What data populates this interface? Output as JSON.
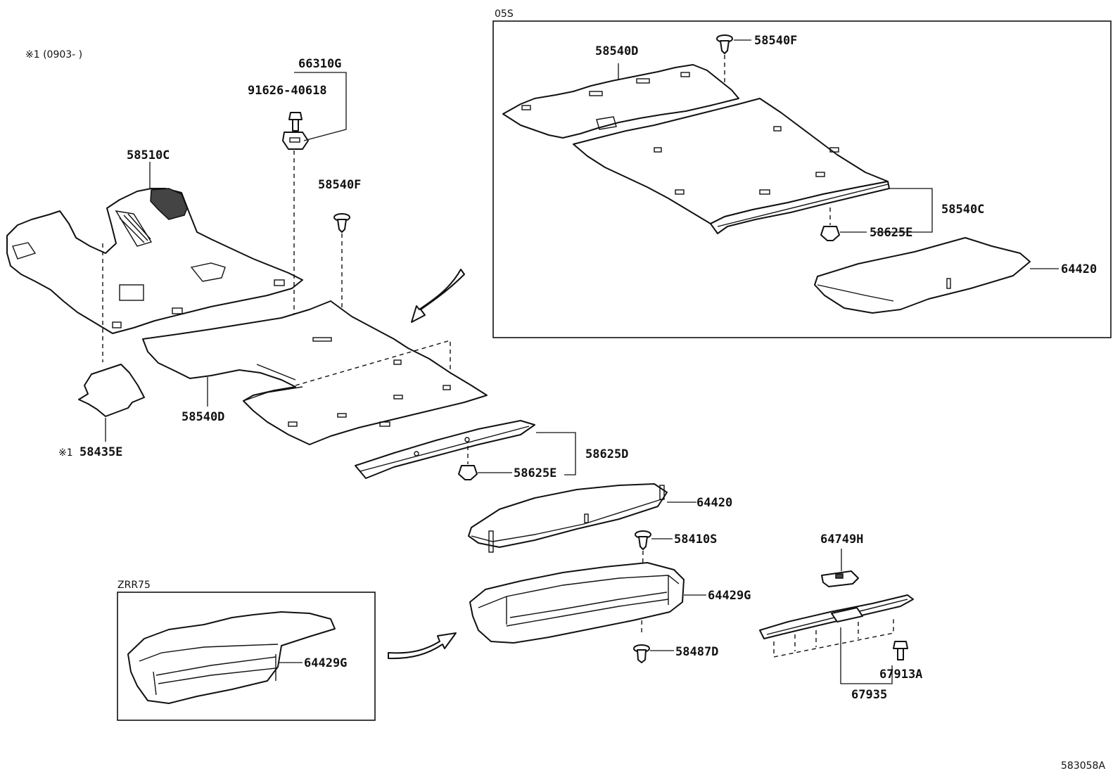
{
  "diagram": {
    "note": "※1 (0903-      )",
    "drawing_id": "583058A",
    "boxes": [
      {
        "id": "05S",
        "label": "05S"
      },
      {
        "id": "ZRR75",
        "label": "ZRR75"
      }
    ],
    "labels": {
      "l_66310G": "66310G",
      "l_91626": "91626-40618",
      "l_58510C": "58510C",
      "l_58540F_a": "58540F",
      "l_58540D_a": "58540D",
      "l_58435E_mark": "※1",
      "l_58435E": "58435E",
      "l_58625D": "58625D",
      "l_58625E_a": "58625E",
      "l_64420_a": "64420",
      "l_58410S": "58410S",
      "l_64429G_a": "64429G",
      "l_58487D": "58487D",
      "l_64429G_b": "64429G",
      "l_64749H": "64749H",
      "l_67913A": "67913A",
      "l_67935": "67935",
      "l_58540D_b": "58540D",
      "l_58540F_b": "58540F",
      "l_58540C": "58540C",
      "l_58625E_b": "58625E",
      "l_64420_b": "64420"
    }
  }
}
